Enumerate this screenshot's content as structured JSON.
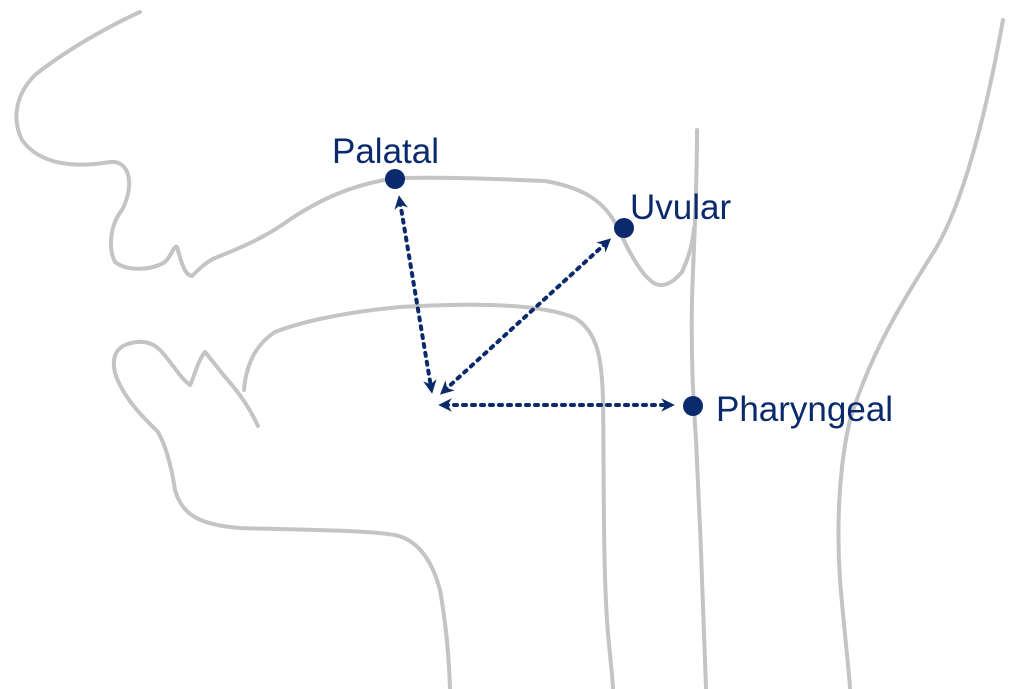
{
  "colors": {
    "accent": "#0a2a6c",
    "outline": "#c4c4c4",
    "background": "#ffffff"
  },
  "points": [
    {
      "id": "palatal",
      "label": "Palatal"
    },
    {
      "id": "uvular",
      "label": "Uvular"
    },
    {
      "id": "pharyngeal",
      "label": "Pharyngeal"
    }
  ]
}
